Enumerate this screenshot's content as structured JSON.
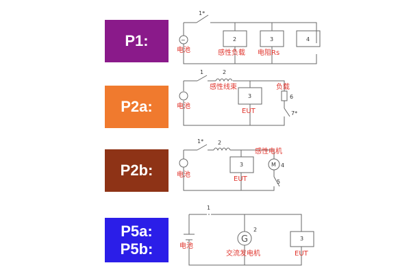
{
  "panels": [
    {
      "id": "p1",
      "label": "P1:",
      "color": "#8a1a8a",
      "texts": {
        "battery": "电池",
        "load": "感性负载",
        "resistor": "电阻Rs",
        "n1": "1*",
        "n2": "2",
        "n3": "3",
        "n4": "4"
      }
    },
    {
      "id": "p2a",
      "label": "P2a:",
      "color": "#f07a2e",
      "texts": {
        "battery": "电池",
        "harness": "感性线束",
        "load": "负载",
        "eut": "EUT",
        "n1": "1",
        "n2": "2",
        "n3": "3",
        "n6": "6",
        "n7": "7*"
      }
    },
    {
      "id": "p2b",
      "label": "P2b:",
      "color": "#8e3316",
      "texts": {
        "battery": "电池",
        "motor": "感性电机",
        "eut": "EUT",
        "motor_symbol": "M",
        "n1": "1*",
        "n2": "2",
        "n3": "3",
        "n4": "4",
        "n5": "5"
      }
    },
    {
      "id": "p5",
      "label_line1": "P5a:",
      "label_line2": "P5b:",
      "color": "#2b1ee8",
      "texts": {
        "battery": "电池",
        "alternator": "交流发电机",
        "eut": "EUT",
        "gen_symbol": "G",
        "n1": "1",
        "n2": "2",
        "n3": "3"
      }
    }
  ],
  "colors": {
    "annotation": "#e0342c",
    "wire": "#666666"
  }
}
